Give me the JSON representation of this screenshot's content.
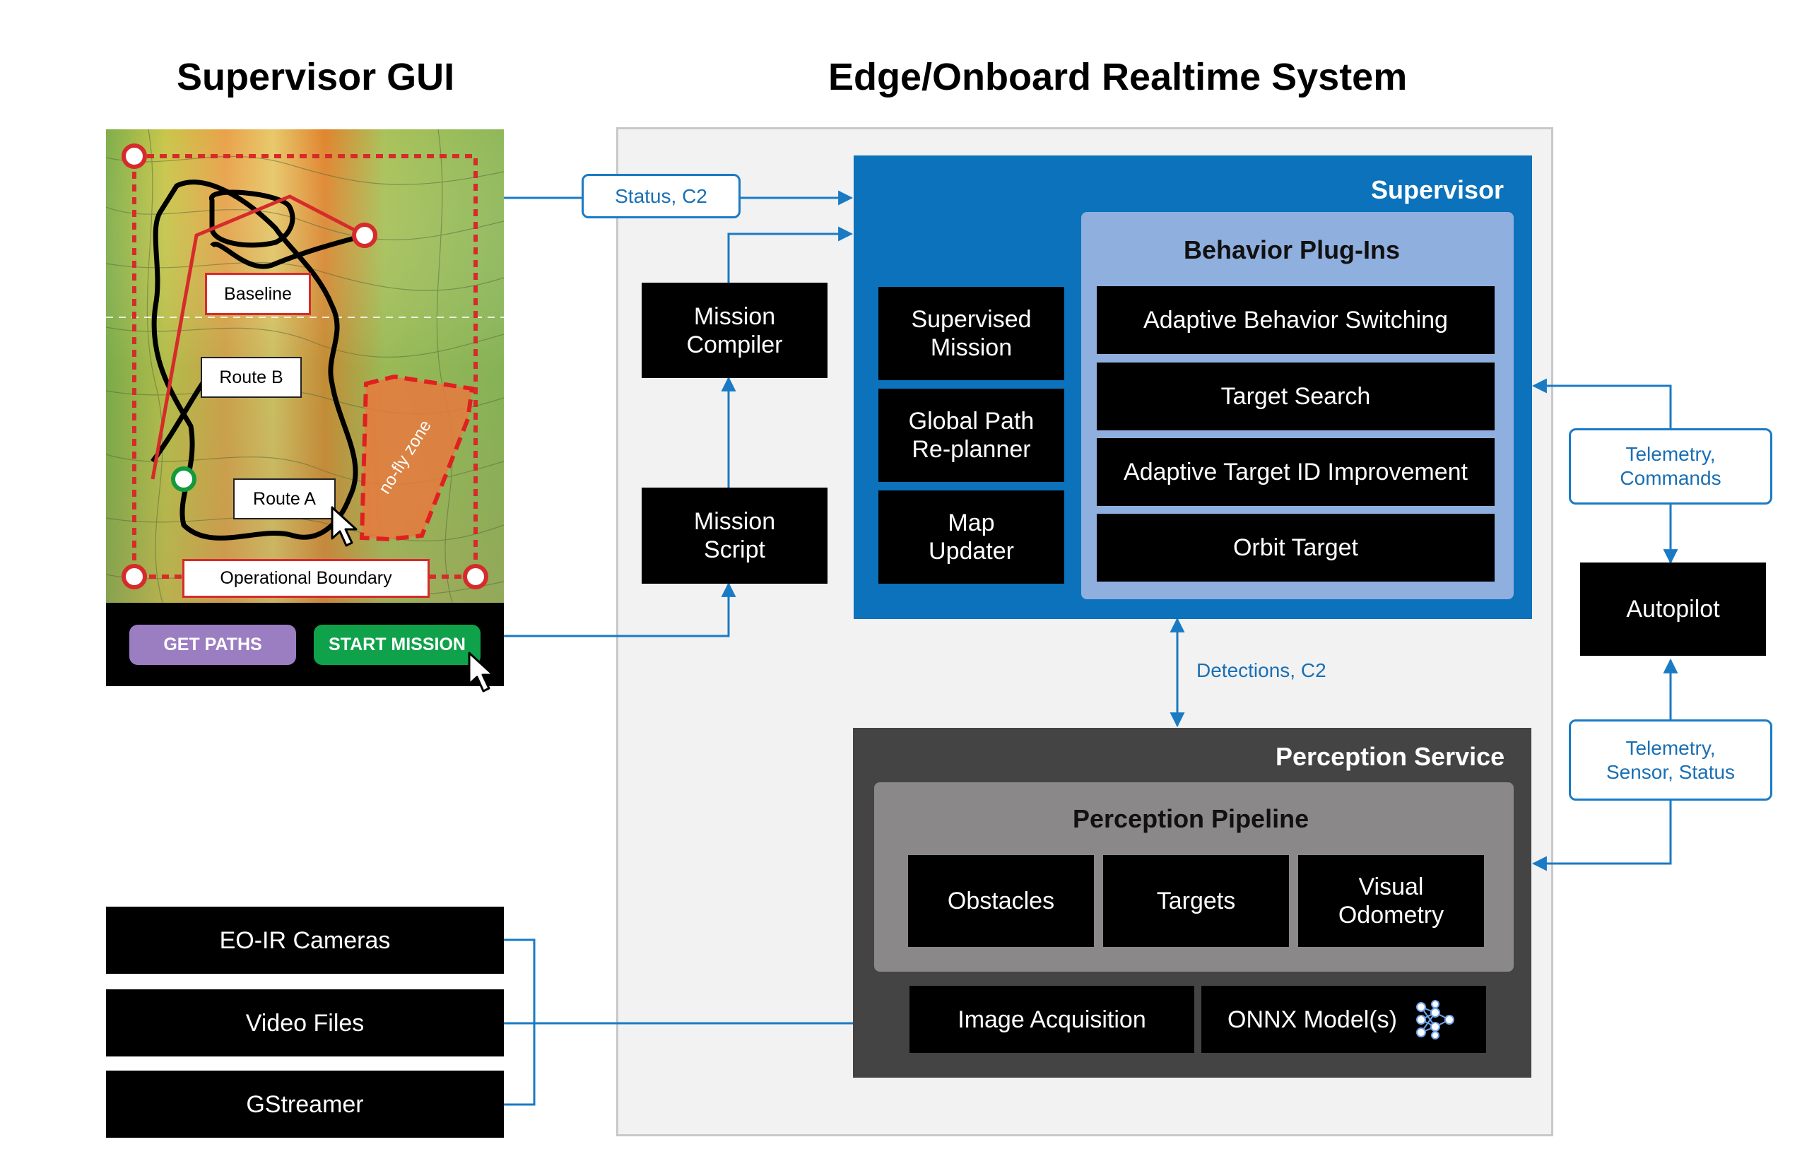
{
  "headings": {
    "left": "Supervisor GUI",
    "right": "Edge/Onboard Realtime System"
  },
  "gui": {
    "map_labels": {
      "baseline": "Baseline",
      "route_b": "Route B",
      "route_a": "Route A",
      "no_fly_zone": "no-fly zone",
      "operational_boundary": "Operational Boundary"
    },
    "buttons": {
      "get_paths": "GET PATHS",
      "start_mission": "START MISSION"
    },
    "colors": {
      "get_paths": "#9b7ec2",
      "start_mission": "#0fa24a"
    }
  },
  "inputs": {
    "eo_ir": "EO-IR Cameras",
    "video": "Video Files",
    "gstreamer": "GStreamer"
  },
  "links": {
    "status_c2": "Status, C2",
    "detections_c2": "Detections, C2",
    "telemetry_commands": "Telemetry,\nCommands",
    "telemetry_sensor_status": "Telemetry,\nSensor, Status"
  },
  "mission": {
    "compiler": "Mission\nCompiler",
    "script": "Mission\nScript"
  },
  "supervisor": {
    "title": "Supervisor",
    "color": "#0b72bb",
    "modules": [
      "Supervised\nMission",
      "Global Path\nRe-planner",
      "Map\nUpdater"
    ],
    "plugins": {
      "title": "Behavior Plug-Ins",
      "color": "#8fafde",
      "items": [
        "Adaptive Behavior Switching",
        "Target Search",
        "Adaptive Target ID Improvement",
        "Orbit Target"
      ]
    }
  },
  "autopilot": "Autopilot",
  "perception": {
    "title": "Perception Service",
    "color": "#444444",
    "pipeline": {
      "title": "Perception Pipeline",
      "color": "#8a8888",
      "items": [
        "Obstacles",
        "Targets",
        "Visual\nOdometry"
      ]
    },
    "image_acquisition": "Image Acquisition",
    "onnx": "ONNX Model(s)"
  }
}
